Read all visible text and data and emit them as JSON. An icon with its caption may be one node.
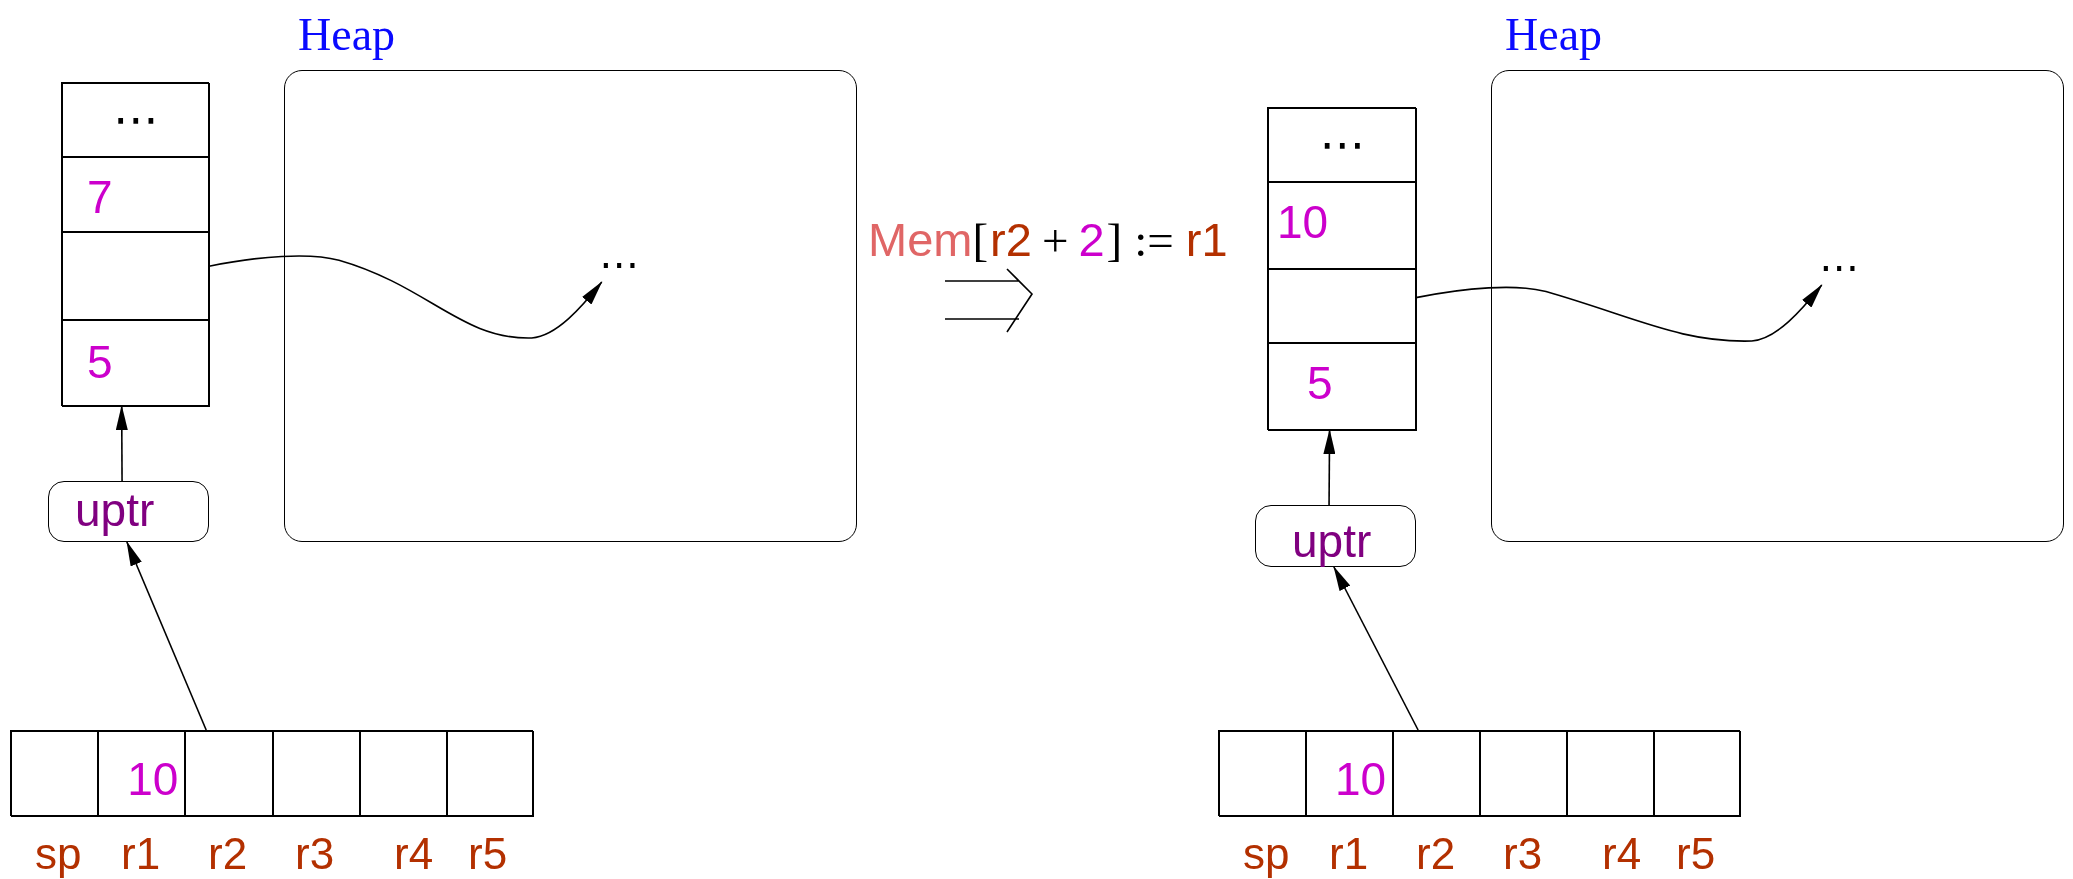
{
  "diagram": {
    "nodes": [
      {
        "text": [],
        "shape": "box"
      },
      {
        "text": [
          "⋯"
        ],
        "in": 0
      },
      {
        "text": [
          "7"
        ],
        "in": 0
      },
      {
        "text": [],
        "shape": "box",
        "in": 0
      },
      {
        "text": [
          "5"
        ],
        "in": 0
      },
      {
        "text": [
          "uptr"
        ]
      },
      {
        "text": [
          "Heap"
        ]
      },
      {
        "text": [
          "⋯"
        ],
        "in": 6
      },
      {
        "text": [],
        "shape": "box"
      },
      {
        "text": [],
        "shape": "box",
        "in": 8,
        "beside": [
          "sp"
        ]
      },
      {
        "text": [
          "10"
        ],
        "in": 8,
        "beside": [
          "r1"
        ]
      },
      {
        "text": [],
        "shape": "box",
        "in": 8,
        "beside": [
          "r2"
        ]
      },
      {
        "text": [],
        "shape": "box",
        "in": 8,
        "beside": [
          "r3"
        ]
      },
      {
        "text": [],
        "shape": "box",
        "in": 8,
        "beside": [
          "r4"
        ]
      },
      {
        "text": [],
        "shape": "box",
        "in": 8,
        "beside": [
          "r5"
        ]
      },
      {
        "text": [],
        "shape": "box"
      },
      {
        "text": [
          "⋯"
        ],
        "in": 15
      },
      {
        "text": [
          "10"
        ],
        "in": 15
      },
      {
        "text": [],
        "shape": "box",
        "in": 15
      },
      {
        "text": [
          "5"
        ],
        "in": 15
      },
      {
        "text": [
          "uptr"
        ]
      },
      {
        "text": [
          "Heap"
        ]
      },
      {
        "text": [
          "⋯"
        ],
        "in": 21
      },
      {
        "text": [],
        "shape": "box"
      },
      {
        "text": [],
        "shape": "box",
        "in": 23,
        "beside": [
          "sp"
        ]
      },
      {
        "text": [
          "10"
        ],
        "in": 23,
        "beside": [
          "r1"
        ]
      },
      {
        "text": [],
        "shape": "box",
        "in": 23,
        "beside": [
          "r2"
        ]
      },
      {
        "text": [],
        "shape": "box",
        "in": 23,
        "beside": [
          "r3"
        ]
      },
      {
        "text": [],
        "shape": "box",
        "in": 23,
        "beside": [
          "r4"
        ]
      },
      {
        "text": [],
        "shape": "box",
        "in": 23,
        "beside": [
          "r5"
        ]
      }
    ],
    "edges": [
      {
        "from": 5,
        "to": 0,
        "arrow": "to"
      },
      {
        "from": 11,
        "to": 5,
        "arrow": "to"
      },
      {
        "from": 3,
        "to": 7,
        "arrow": "to"
      },
      {
        "from": 20,
        "to": 15,
        "arrow": "to"
      },
      {
        "from": 26,
        "to": 20,
        "arrow": "to"
      },
      {
        "from": 18,
        "to": 22,
        "arrow": "to"
      }
    ],
    "labels": [
      "Mem",
      "[",
      "r2",
      "+",
      "2",
      "]",
      ":=",
      "r1"
    ]
  }
}
